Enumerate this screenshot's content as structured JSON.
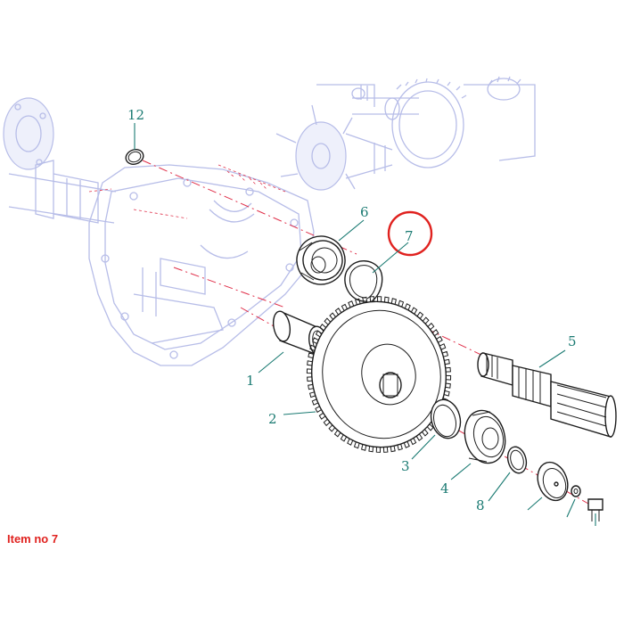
{
  "caption": "Item no 7",
  "highlight_color": "#e0221f",
  "callout_color": "#1a7a72",
  "callouts": [
    {
      "id": "12",
      "label": "12"
    },
    {
      "id": "6",
      "label": "6"
    },
    {
      "id": "7",
      "label": "7"
    },
    {
      "id": "5",
      "label": "5"
    },
    {
      "id": "1",
      "label": "1"
    },
    {
      "id": "2",
      "label": "2"
    },
    {
      "id": "3",
      "label": "3"
    },
    {
      "id": "4",
      "label": "4"
    },
    {
      "id": "8",
      "label": "8"
    }
  ]
}
